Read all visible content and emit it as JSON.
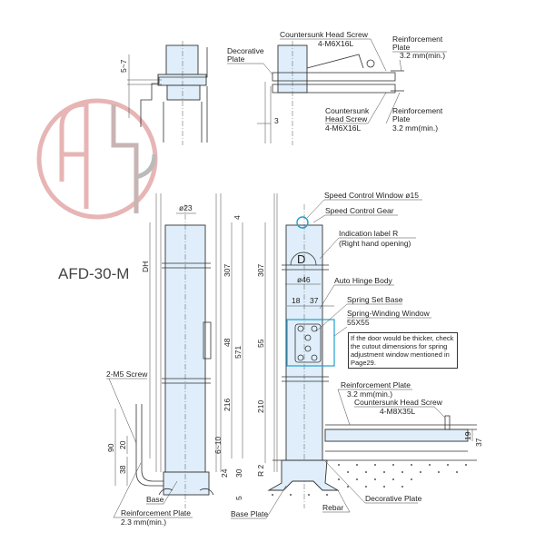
{
  "model": "AFD-30-M",
  "logo_text": "ASH",
  "top_view": {
    "dim_5_7": "5~7",
    "dim_3": "3",
    "decorative_plate": [
      "Decorative",
      "Plate"
    ],
    "screw_top": {
      "name": "Countersunk Head Screw",
      "spec": "4-M6X16L"
    },
    "reinf_top": {
      "name": [
        "Reinforcement",
        "Plate"
      ],
      "spec": "3.2 mm(min.)"
    },
    "screw_bottom": {
      "name": [
        "Countersunk",
        "Head Screw"
      ],
      "spec": "4-M6X16L"
    },
    "reinf_bottom": {
      "name": [
        "Reinforcement",
        "Plate"
      ],
      "spec": "3.2 mm(min.)"
    }
  },
  "left_view": {
    "dia": "ø23",
    "dims": {
      "dh": "DH",
      "d4": "4",
      "d307": "307",
      "d48": "48",
      "d571": "571",
      "d216": "216",
      "d6_10": "6~10",
      "d24": "24",
      "d30": "30",
      "d5": "5",
      "d90": "90",
      "d20": "20",
      "d38": "38"
    },
    "screw": "2-M5 Screw",
    "base": "Base",
    "reinf": {
      "name": "Reinforcement Plate",
      "spec": "2.3 mm(min.)"
    }
  },
  "right_view": {
    "speed_window": "Speed Control Window ø15",
    "speed_gear": "Speed Control Gear",
    "indication": [
      "Indication label R",
      "(Right hand opening)"
    ],
    "body": "Auto Hinge Body",
    "dia": "ø46",
    "d18": "18",
    "d37": "37",
    "spring_base": "Spring Set Base",
    "spring_window": [
      "Spring-Winding Window",
      "55X55"
    ],
    "note": "If the door would be thicker, check the cutout dimensions for spring adjustment window mentioned in Page29.",
    "dims": {
      "d307": "307",
      "d55": "55",
      "d210": "210",
      "r2": "R 2",
      "d19": "19",
      "d37": "37"
    },
    "reinf": {
      "name": "Reinforcement Plate",
      "spec": "3.2 mm(min.)"
    },
    "screw": {
      "name": "Countersunk Head Screw",
      "spec": "4-M8X35L"
    },
    "decorative_plate": "Decorative Plate",
    "rebar": "Rebar",
    "base_plate": "Base Plate",
    "label_letter": "D"
  },
  "colors": {
    "body_fill": "#dfeefa",
    "window_box": "#1e9fd0",
    "logo_pink": "#e3a9a9",
    "logo_grey": "#b0b0b0"
  }
}
